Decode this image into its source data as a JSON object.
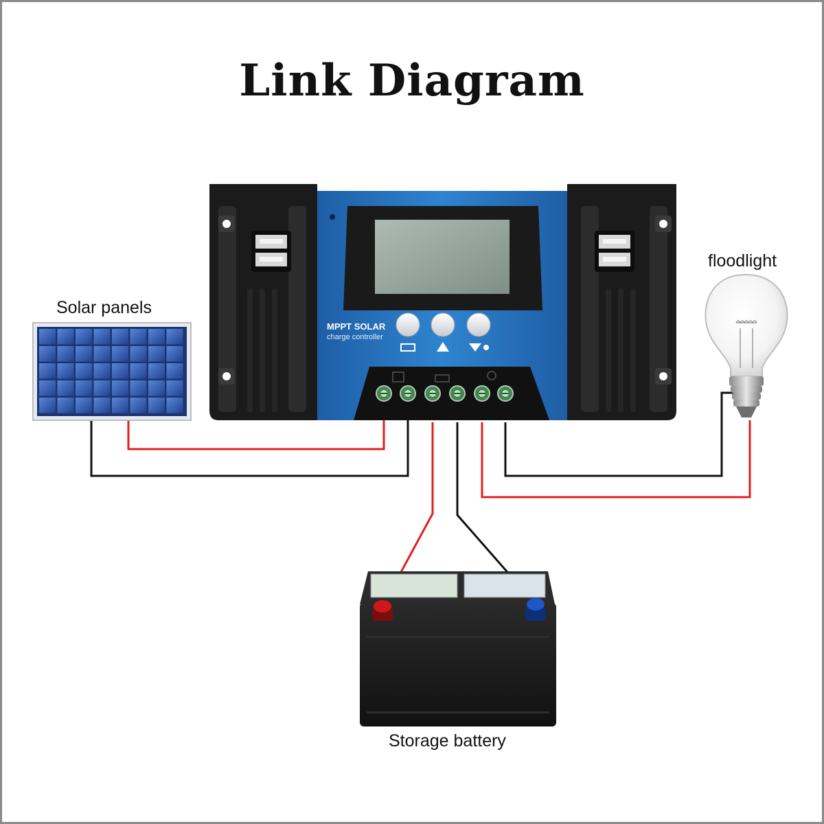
{
  "title": "Link Diagram",
  "labels": {
    "solar_panels": "Solar panels",
    "floodlight": "floodlight",
    "storage_battery": "Storage battery"
  },
  "controller": {
    "brand_line1": "MPPT SOLAR",
    "brand_line2": "charge controller",
    "buttons": [
      "battery-mode-button",
      "up-button",
      "load-setting-button"
    ],
    "terminals": [
      "solar-positive",
      "solar-negative",
      "battery-positive",
      "battery-negative",
      "load-positive",
      "load-negative"
    ]
  },
  "colors": {
    "controller_blue": "#1f6fb8",
    "controller_black": "#1b1b1b",
    "wire_red": "#e02020",
    "wire_black": "#111111",
    "panel_blue": "#2f5fb0",
    "terminal_green": "#3c8a4a",
    "battery_red_post": "#d01818",
    "battery_blue_post": "#1f56c8"
  },
  "wires": [
    {
      "name": "solar-positive-wire",
      "color": "red",
      "from": "solar panels",
      "to": "solar-positive"
    },
    {
      "name": "solar-negative-wire",
      "color": "black",
      "from": "solar panels",
      "to": "solar-negative"
    },
    {
      "name": "battery-positive-wire",
      "color": "red",
      "from": "battery-positive",
      "to": "storage battery"
    },
    {
      "name": "battery-negative-wire",
      "color": "black",
      "from": "battery-negative",
      "to": "storage battery"
    },
    {
      "name": "load-positive-wire",
      "color": "red",
      "from": "load-positive",
      "to": "floodlight"
    },
    {
      "name": "load-negative-wire",
      "color": "black",
      "from": "load-negative",
      "to": "floodlight"
    }
  ]
}
